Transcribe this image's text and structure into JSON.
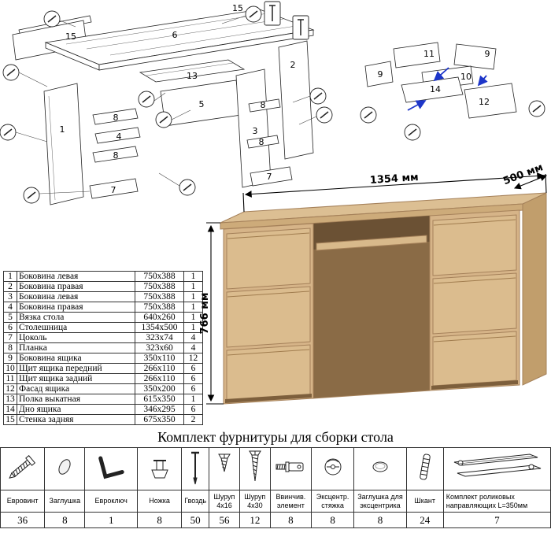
{
  "diagram_main": {
    "labels": [
      "15",
      "15",
      "6",
      "2",
      "1",
      "13",
      "8",
      "4",
      "8",
      "7",
      "5",
      "8",
      "3",
      "8",
      "7"
    ]
  },
  "diagram_drawer": {
    "labels": [
      "11",
      "9",
      "10",
      "9",
      "14",
      "12"
    ]
  },
  "render": {
    "width_label": "1354 мм",
    "depth_label": "500 мм",
    "height_label": "766 мм"
  },
  "parts_table": {
    "rows": [
      {
        "num": "1",
        "name": "Боковина левая",
        "size": "750x388",
        "qty": "1"
      },
      {
        "num": "2",
        "name": "Боковина правая",
        "size": "750x388",
        "qty": "1"
      },
      {
        "num": "3",
        "name": "Боковина левая",
        "size": "750x388",
        "qty": "1"
      },
      {
        "num": "4",
        "name": "Боковина правая",
        "size": "750x388",
        "qty": "1"
      },
      {
        "num": "5",
        "name": "Вязка стола",
        "size": "640x260",
        "qty": "1"
      },
      {
        "num": "6",
        "name": "Столешница",
        "size": "1354x500",
        "qty": "1"
      },
      {
        "num": "7",
        "name": "Цоколь",
        "size": "323x74",
        "qty": "4"
      },
      {
        "num": "8",
        "name": "Планка",
        "size": "323x60",
        "qty": "4"
      },
      {
        "num": "9",
        "name": "Боковина ящика",
        "size": "350x110",
        "qty": "12"
      },
      {
        "num": "10",
        "name": "Щит ящика передний",
        "size": "266x110",
        "qty": "6"
      },
      {
        "num": "11",
        "name": "Щит ящика задний",
        "size": "266x110",
        "qty": "6"
      },
      {
        "num": "12",
        "name": "Фасад ящика",
        "size": "350x200",
        "qty": "6"
      },
      {
        "num": "13",
        "name": "Полка выкатная",
        "size": "615x350",
        "qty": "1"
      },
      {
        "num": "14",
        "name": "Дно ящика",
        "size": "346x295",
        "qty": "6"
      },
      {
        "num": "15",
        "name": "Стенка задняя",
        "size": "675x350",
        "qty": "2"
      }
    ]
  },
  "hardware": {
    "title": "Комплект фурнитуры для сборки стола",
    "items": [
      {
        "name": "Евровинт",
        "qty": "36"
      },
      {
        "name": "Заглушка",
        "qty": "8"
      },
      {
        "name": "Евроключ",
        "qty": "1"
      },
      {
        "name": "Ножка",
        "qty": "8"
      },
      {
        "name": "Гвоздь",
        "qty": "50"
      },
      {
        "name": "Шуруп 4x16",
        "qty": "56"
      },
      {
        "name": "Шуруп 4x30",
        "qty": "12"
      },
      {
        "name": "Ввинчив. элемент",
        "qty": "8"
      },
      {
        "name": "Эксцентр. стяжка",
        "qty": "8"
      },
      {
        "name": "Заглушка для эксцентрика",
        "qty": "8"
      },
      {
        "name": "Шкант",
        "qty": "24"
      },
      {
        "name": "Комплект роликовых направляющих L=350мм",
        "qty": "7"
      }
    ]
  }
}
